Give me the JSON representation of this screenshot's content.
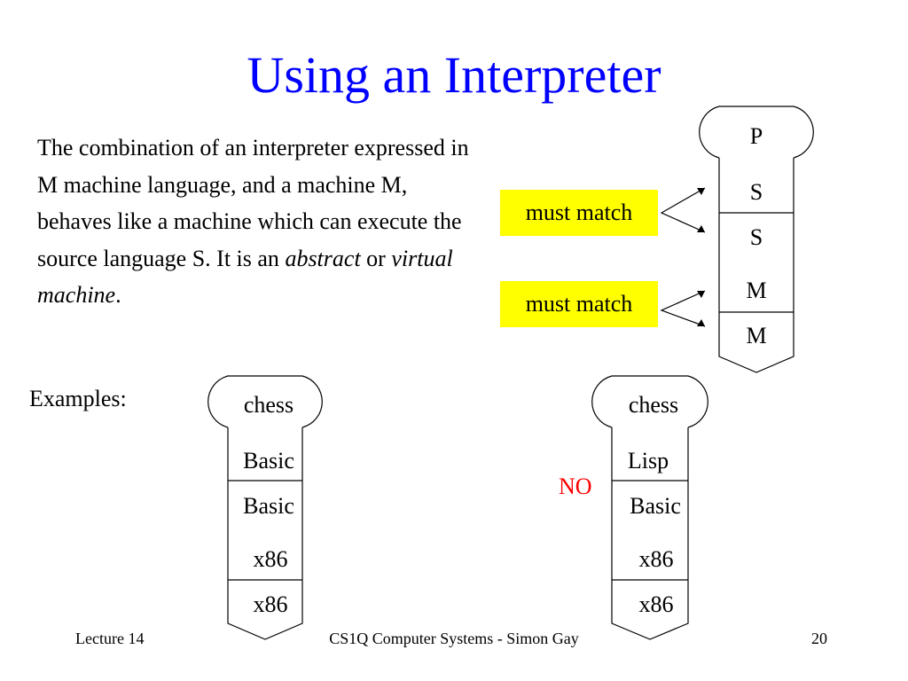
{
  "slide": {
    "title": "Using an Interpreter",
    "body_intro": "The combination of an interpreter expressed in M machine language, and a machine M, behaves like a machine which can execute the source language S. It is an ",
    "body_em1": "abstract",
    "body_or": " or ",
    "body_em2": "virtual machine",
    "body_end": ".",
    "examples_label": "Examples:"
  },
  "main_diagram": {
    "program": "P",
    "interp_source": "S",
    "machine_source": "S",
    "interp_impl": "M",
    "machine_base": "M",
    "match_label_top": "must match",
    "match_label_bottom": "must match"
  },
  "example_left": {
    "program": "chess",
    "interp_source": "Basic",
    "machine_source": "Basic",
    "interp_impl": "x86",
    "machine_base": "x86"
  },
  "example_right": {
    "program": "chess",
    "interp_source": "Lisp",
    "machine_source": "Basic",
    "interp_impl": "x86",
    "machine_base": "x86",
    "mismatch_label": "NO"
  },
  "footer": {
    "left": "Lecture 14",
    "center": "CS1Q Computer Systems - Simon Gay",
    "right": "20"
  },
  "colors": {
    "title": "#0000ff",
    "highlight": "#ffff00",
    "mismatch": "#ff0000"
  }
}
